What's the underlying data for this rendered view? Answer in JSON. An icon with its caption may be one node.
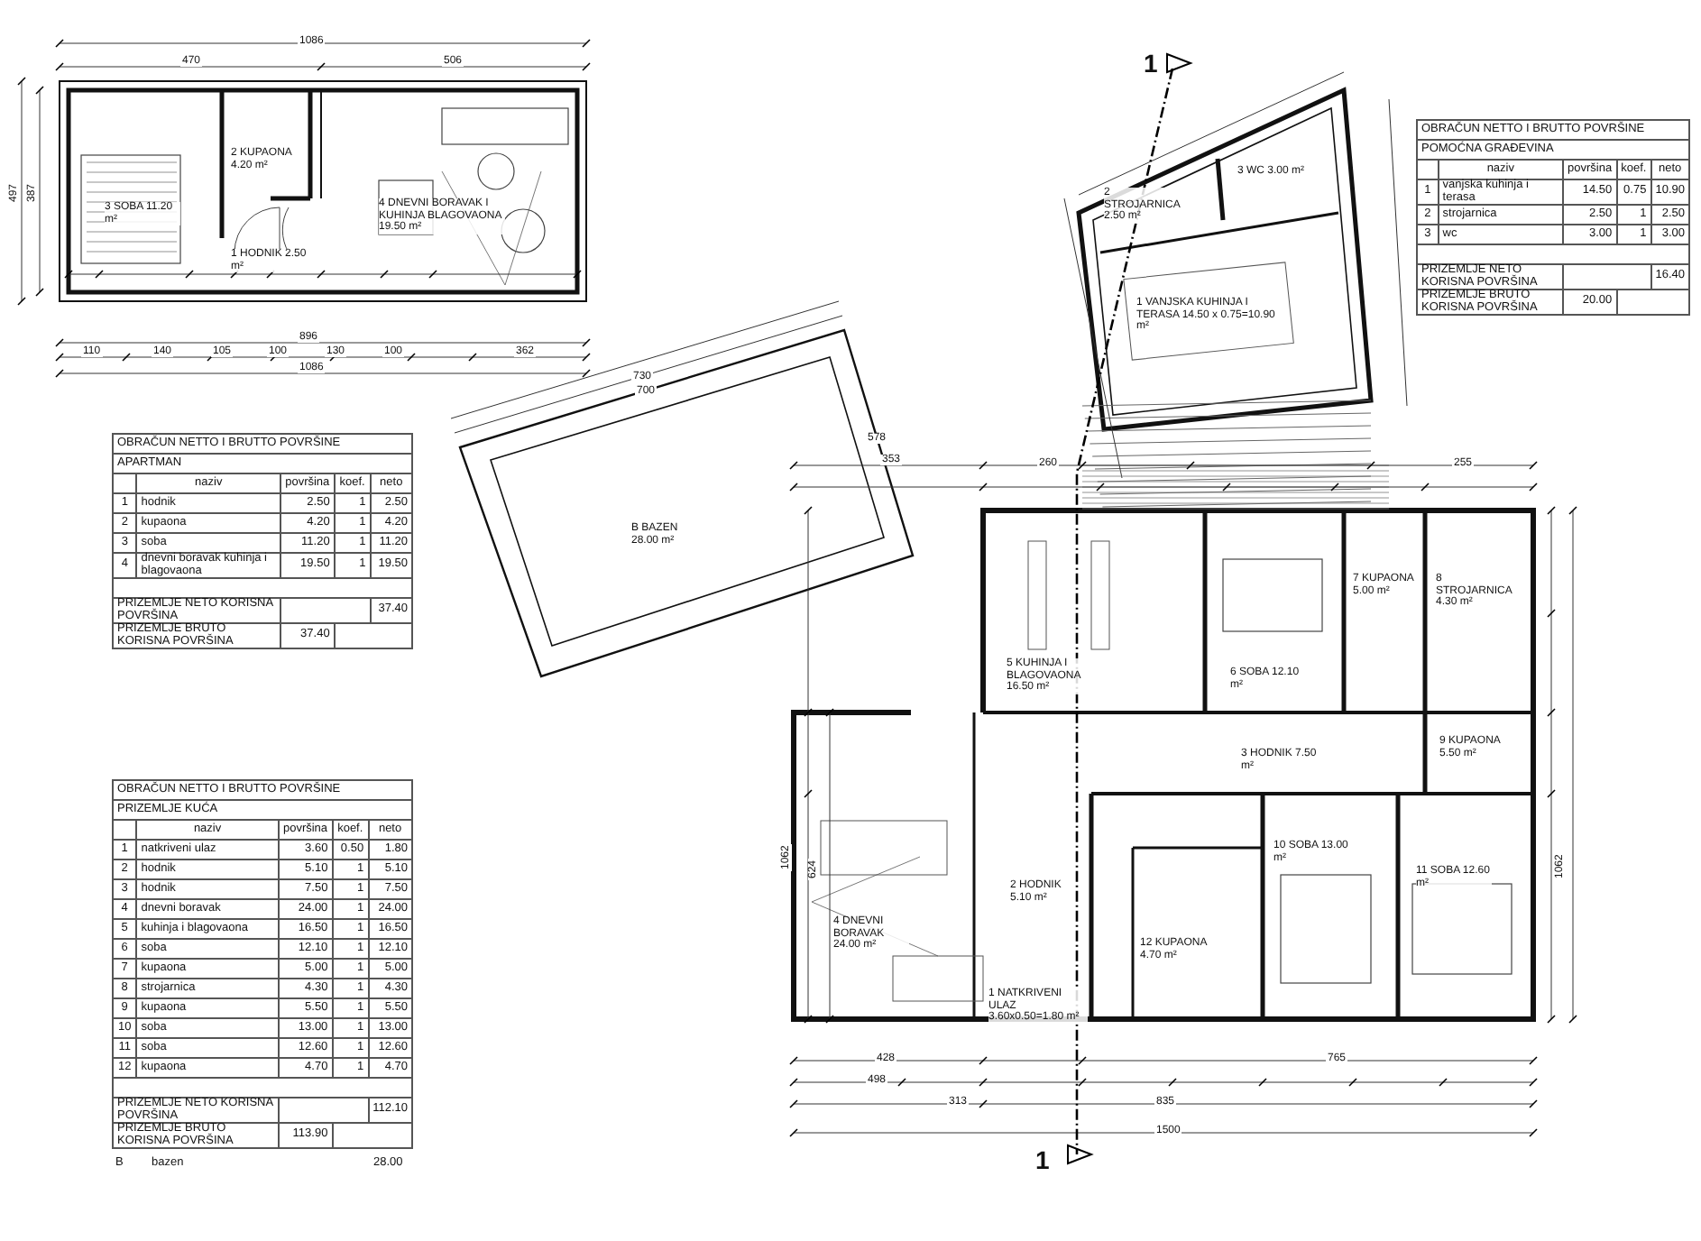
{
  "diagram": {
    "labels": [
      "OBRAČUN NETTO I BRUTTO POVRŠINE",
      "POMOĆNA GRAĐEVINA",
      "naziv",
      "površina",
      "koef.",
      "neto",
      "1",
      "vanjska kuhinja i terasa",
      "14.50",
      "0.75",
      "10.90",
      "2",
      "strojarnica",
      "2.50",
      "1",
      "2.50",
      "3",
      "wc",
      "3.00",
      "1",
      "3.00",
      "PRIZEMLJE NETO KORISNA POVRŠINA",
      "16.40",
      "PRIZEMLJE BRUTO KORISNA POVRŠINA",
      "20.00",
      "OBRAČUN NETTO I BRUTTO POVRŠINE",
      "APARTMAN",
      "naziv",
      "površina",
      "koef.",
      "neto",
      "1",
      "hodnik",
      "2.50",
      "1",
      "2.50",
      "2",
      "kupaona",
      "4.20",
      "1",
      "4.20",
      "3",
      "soba",
      "11.20",
      "1",
      "11.20",
      "4",
      "dnevni boravak kuhinja i blagovaona",
      "19.50",
      "1",
      "19.50",
      "PRIZEMLJE NETO KORISNA POVRŠINA",
      "37.40",
      "PRIZEMLJE BRUTO KORISNA POVRŠINA",
      "37.40",
      "OBRAČUN NETTO I BRUTTO POVRŠINE",
      "PRIZEMLJE KUĆA",
      "naziv",
      "površina",
      "koef.",
      "neto",
      "1",
      "natkriveni ulaz",
      "3.60",
      "0.50",
      "1.80",
      "2",
      "hodnik",
      "5.10",
      "1",
      "5.10",
      "3",
      "hodnik",
      "7.50",
      "1",
      "7.50",
      "4",
      "dnevni boravak",
      "24.00",
      "1",
      "24.00",
      "5",
      "kuhinja i blagovaona",
      "16.50",
      "1",
      "16.50",
      "6",
      "soba",
      "12.10",
      "1",
      "12.10",
      "7",
      "kupaona",
      "5.00",
      "1",
      "5.00",
      "8",
      "strojarnica",
      "4.30",
      "1",
      "4.30",
      "9",
      "kupaona",
      "5.50",
      "1",
      "5.50",
      "10",
      "soba",
      "13.00",
      "1",
      "13.00",
      "11",
      "soba",
      "12.60",
      "1",
      "12.60",
      "12",
      "kupaona",
      "4.70",
      "1",
      "4.70",
      "PRIZEMLJE NETO KORISNA POVRŠINA",
      "112.10",
      "PRIZEMLJE BRUTO KORISNA POVRŠINA",
      "113.90",
      "B",
      "bazen",
      "28.00",
      "1086",
      "470",
      "506",
      "497",
      "387",
      "896",
      "110",
      "140",
      "105",
      "100",
      "130",
      "100",
      "362",
      "1086",
      "3 SOBA 11.20 m²",
      "2 KUPAONA 4.20 m²",
      "1 HODNIK 2.50 m²",
      "4 DNEVNI BORAVAK I KUHINJA BLAGOVAONA 19.50 m²",
      "1",
      "2 STROJARNICA 2.50 m²",
      "3 WC 3.00 m²",
      "1 VANJSKA KUHINJA I TERASA 14.50 x 0.75=10.90 m²",
      "730",
      "700",
      "B BAZEN 28.00 m²",
      "578",
      "353",
      "260",
      "255",
      "5 KUHINJA I BLAGOVAONA 16.50 m²",
      "6 SOBA 12.10 m²",
      "7 KUPAONA 5.00 m²",
      "8 STROJARNICA 4.30 m²",
      "3 HODNIK 7.50 m²",
      "9 KUPAONA 5.50 m²",
      "2 HODNIK 5.10 m²",
      "4 DNEVNI BORAVAK 24.00 m²",
      "10 SOBA 13.00 m²",
      "11 SOBA 12.60 m²",
      "12 KUPAONA 4.70 m²",
      "1 NATKRIVENI ULAZ 3.60x0.50=1.80 m²",
      "1062",
      "624",
      "1062",
      "428",
      "765",
      "498",
      "313",
      "835",
      "1500",
      "1"
    ]
  }
}
